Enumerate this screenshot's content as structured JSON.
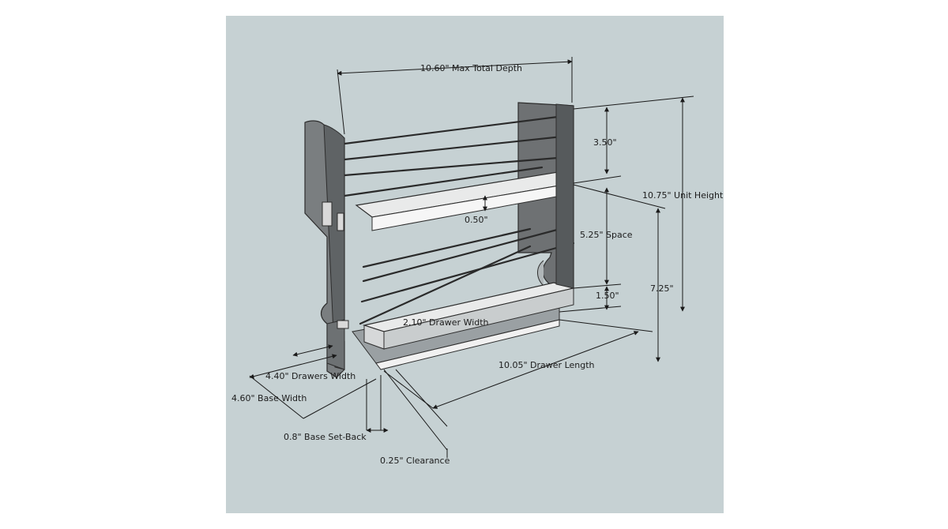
{
  "diagram": {
    "background_color": "#c6d1d3",
    "dimensions": {
      "max_total_depth": "10.60\" Max Total Depth",
      "top_space": "3.50\"",
      "unit_height": "10.75\" Unit Height",
      "shelf_thickness": "0.50\"",
      "middle_space": "5.25\" Space",
      "bottom_height": "7.25\"",
      "base_height": "1.50\"",
      "drawer_width": "2.10\" Drawer Width",
      "drawer_length": "10.05\" Drawer Length",
      "drawers_width": "4.40\" Drawers Width",
      "base_width": "4.60\" Base Width",
      "base_setback": "0.8\" Base Set-Back",
      "clearance": "0.25\" Clearance"
    }
  }
}
